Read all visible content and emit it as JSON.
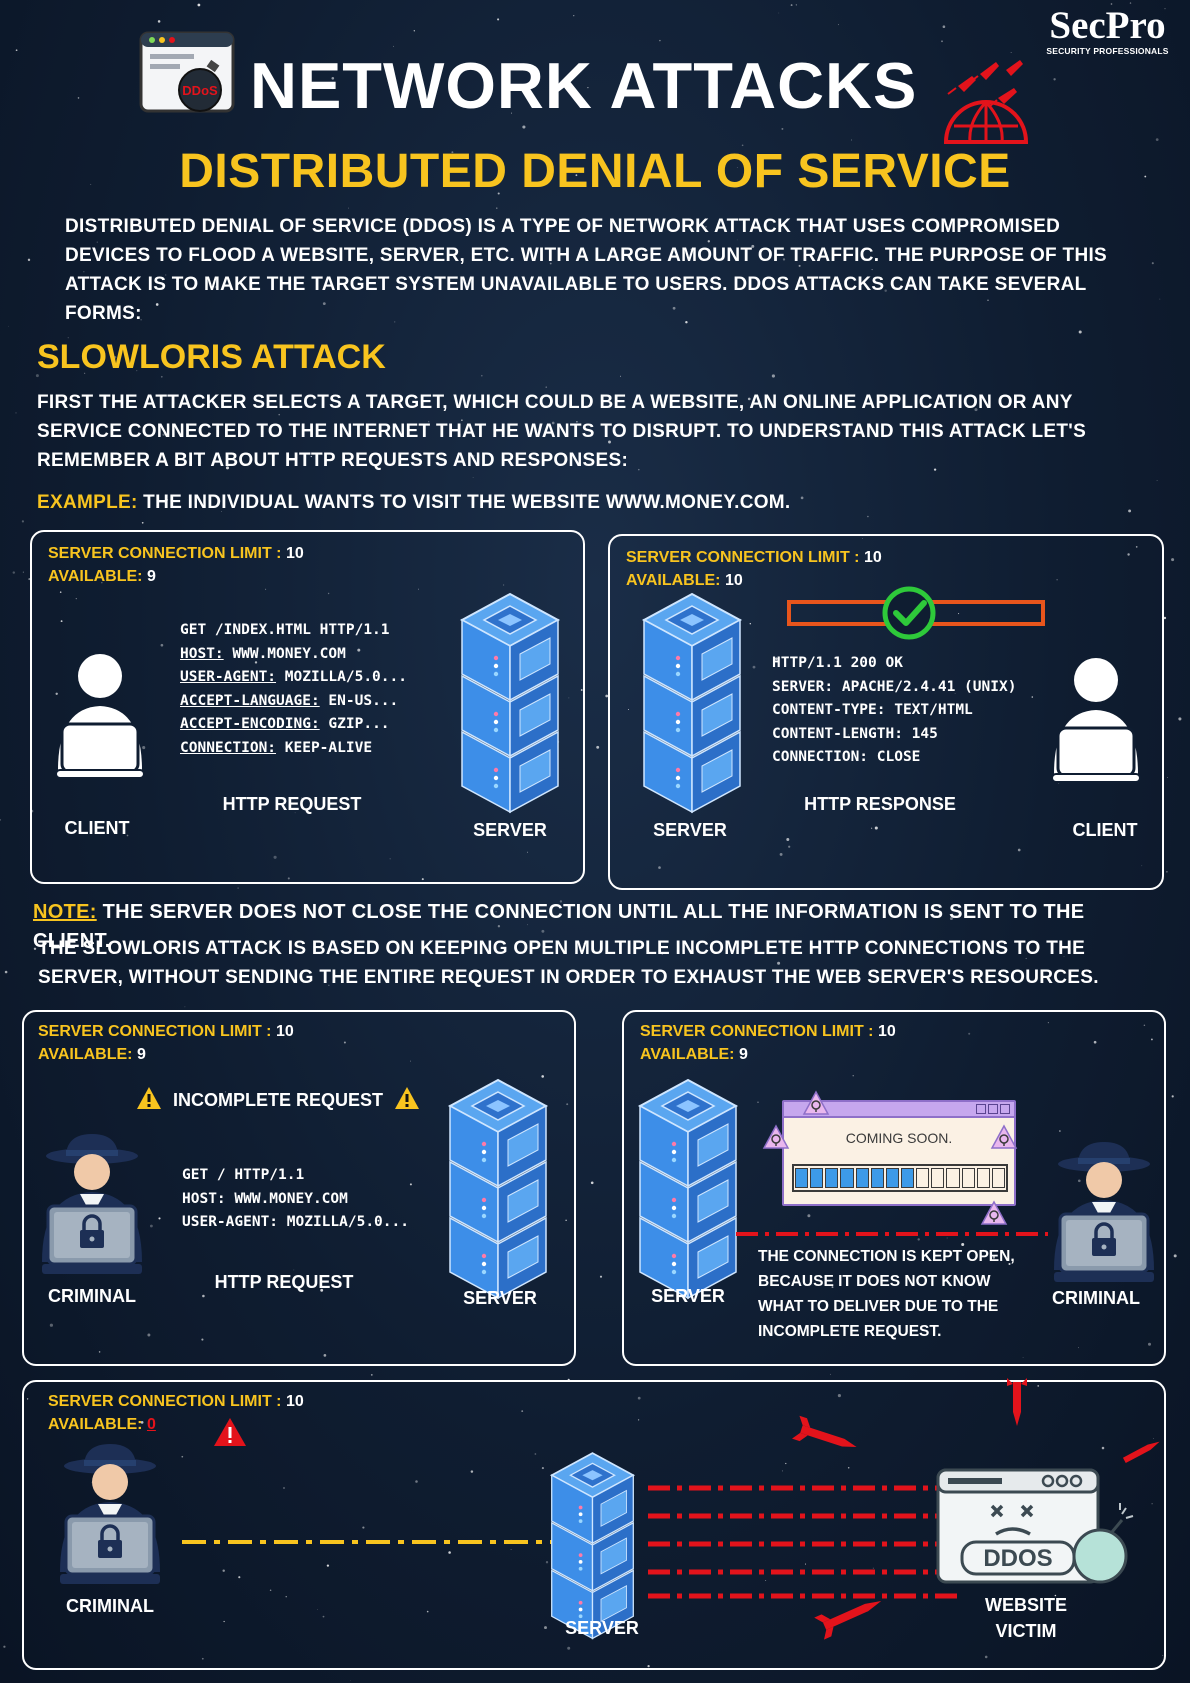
{
  "header": {
    "title": "NETWORK ATTACKS",
    "subtitle": "DISTRIBUTED DENIAL OF SERVICE",
    "logo_text": "SecPro",
    "logo_tagline": "SECURITY PROFESSIONALS",
    "icon_badge": "DDoS"
  },
  "intro": "DISTRIBUTED DENIAL OF SERVICE (DDOS) IS A TYPE OF NETWORK ATTACK THAT USES COMPROMISED DEVICES TO FLOOD A WEBSITE, SERVER, ETC. WITH A LARGE AMOUNT OF TRAFFIC. THE PURPOSE OF THIS ATTACK IS TO MAKE THE TARGET SYSTEM UNAVAILABLE TO USERS. DDOS ATTACKS CAN TAKE SEVERAL FORMS:",
  "section": {
    "heading": "SLOWLORIS ATTACK",
    "paragraph": "FIRST THE ATTACKER SELECTS A TARGET, WHICH COULD BE A WEBSITE, AN ONLINE APPLICATION OR ANY SERVICE CONNECTED TO THE INTERNET THAT HE WANTS TO DISRUPT. TO UNDERSTAND THIS ATTACK LET'S REMEMBER A BIT ABOUT HTTP REQUESTS AND RESPONSES:",
    "example_label": "EXAMPLE:",
    "example_text": "THE INDIVIDUAL WANTS TO VISIT THE WEBSITE WWW.MONEY.COM.",
    "note_label": "NOTE:",
    "note_text": "THE SERVER DOES NOT CLOSE THE CONNECTION UNTIL ALL THE INFORMATION IS SENT TO THE CLIENT.",
    "explain": "THE SLOWLORIS ATTACK IS BASED ON KEEPING OPEN MULTIPLE INCOMPLETE HTTP CONNECTIONS TO THE SERVER, WITHOUT SENDING THE ENTIRE REQUEST IN ORDER TO EXHAUST THE WEB SERVER'S RESOURCES."
  },
  "limit_label": "SERVER CONNECTION LIMIT :",
  "available_label": "AVAILABLE:",
  "panels": {
    "p1": {
      "limit": "10",
      "available": "9",
      "req_line": "GET /INDEX.HTML HTTP/1.1",
      "headers": [
        {
          "k": "HOST:",
          "v": " WWW.MONEY.COM"
        },
        {
          "k": "USER-AGENT:",
          "v": " MOZILLA/5.0..."
        },
        {
          "k": "ACCEPT-LANGUAGE:",
          "v": " EN-US..."
        },
        {
          "k": "ACCEPT-ENCODING:",
          "v": " GZIP..."
        },
        {
          "k": "CONNECTION:",
          "v": " KEEP-ALIVE"
        }
      ],
      "caption": "HTTP REQUEST",
      "left_label": "CLIENT",
      "right_label": "SERVER"
    },
    "p2": {
      "limit": "10",
      "available": "10",
      "lines": [
        "HTTP/1.1 200 OK",
        "SERVER: APACHE/2.4.41 (UNIX)",
        "CONTENT-TYPE: TEXT/HTML",
        "CONTENT-LENGTH: 145",
        "CONNECTION: CLOSE"
      ],
      "caption": "HTTP RESPONSE",
      "left_label": "SERVER",
      "right_label": "CLIENT"
    },
    "p3": {
      "limit": "10",
      "available": "9",
      "warning": "INCOMPLETE REQUEST",
      "lines": [
        "GET / HTTP/1.1",
        "HOST: WWW.MONEY.COM",
        "USER-AGENT: MOZILLA/5.0..."
      ],
      "caption": "HTTP REQUEST",
      "left_label": "CRIMINAL",
      "right_label": "SERVER"
    },
    "p4": {
      "limit": "10",
      "available": "9",
      "window_text": "COMING SOON.",
      "progress": 0.55,
      "note": "THE CONNECTION IS KEPT OPEN, BECAUSE IT DOES NOT KNOW WHAT TO DELIVER DUE TO THE INCOMPLETE REQUEST.",
      "left_label": "SERVER",
      "right_label": "CRIMINAL"
    },
    "p5": {
      "limit": "10",
      "available": "0",
      "left_label": "CRIMINAL",
      "center_label": "SERVER",
      "victim_label": "WEBSITE VICTIM",
      "victim_badge": "DDOS"
    }
  },
  "colors": {
    "background": "#0f1d31",
    "accent_yellow": "#f8c41f",
    "alert_red": "#e3131b",
    "server_blue": "#3d8ee8",
    "orange": "#e8551c",
    "check_green": "#2ec93a"
  }
}
